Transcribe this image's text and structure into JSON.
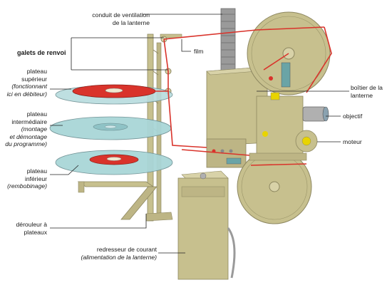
{
  "labels": {
    "conduit": [
      "conduit de ventilation",
      "de la lanterne"
    ],
    "galets": "galets de renvoi",
    "film": "film",
    "plateau_sup": {
      "lines": [
        "plateau",
        "supérieur"
      ],
      "note": [
        "(fonctionnant",
        "ici en débiteur)"
      ]
    },
    "plateau_int": {
      "lines": [
        "plateau",
        "intermédiaire"
      ],
      "note": [
        "(montage",
        "et démontage",
        "du programme)"
      ]
    },
    "plateau_inf": {
      "lines": [
        "plateau",
        "inférieur"
      ],
      "note": [
        "(rembobinage)"
      ]
    },
    "derouleur": [
      "dérouleur à",
      "plateaux"
    ],
    "redresseur": {
      "lines": [
        "redresseur de courant"
      ],
      "note": [
        "(alimentation de la lanterne)"
      ]
    },
    "boitier": [
      "boîtier de la",
      "lanterne"
    ],
    "objectif": "objectif",
    "moteur": "moteur"
  },
  "colors": {
    "machine": "#c7c08e",
    "machine_dark": "#9a9468",
    "film": "#d9332b",
    "platter_glass": "#a9d6d8",
    "leader": "#222222"
  }
}
